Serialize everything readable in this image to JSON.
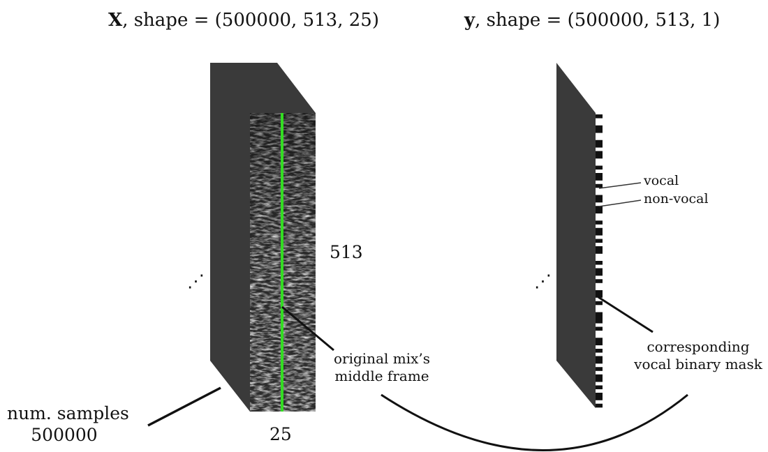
{
  "left_tensor": {
    "title_var": "X",
    "title_rest": ", shape = (500000, 513, 25)",
    "height_label": "513",
    "width_label": "25",
    "ellipsis": "⋰",
    "samples_label_line1": "num. samples",
    "samples_label_line2": "500000",
    "frame_label_line1": "original mix’s",
    "frame_label_line2": "middle frame"
  },
  "right_tensor": {
    "title_var": "y",
    "title_rest": ", shape = (500000, 513, 1)",
    "ellipsis": "⋰",
    "vocal_label": "vocal",
    "nonvocal_label": "non-vocal",
    "mask_label_line1": "corresponding",
    "mask_label_line2": "vocal binary mask"
  },
  "colors": {
    "slab": "#3a3a3a",
    "middle_frame_line": "#33dd22",
    "mask_dark": "#111111",
    "mask_light": "#ffffff",
    "text": "#111111"
  },
  "mask_pattern": [
    1,
    0,
    0,
    1,
    1,
    0,
    0,
    1,
    1,
    0,
    1,
    1,
    0,
    0,
    1,
    0,
    1,
    1,
    0,
    1,
    0,
    0,
    1,
    1,
    0,
    1,
    1,
    0,
    0,
    1,
    0,
    1,
    1,
    0,
    1,
    0,
    1,
    1,
    0,
    0,
    1,
    0,
    1,
    1,
    0,
    1,
    0,
    0,
    1,
    1,
    0,
    1,
    0,
    0,
    1,
    1,
    1,
    0,
    1,
    0,
    0,
    1,
    1,
    0,
    1,
    0,
    1,
    1,
    0,
    1,
    0,
    1,
    1,
    0,
    1,
    0,
    1,
    1,
    0,
    1
  ]
}
